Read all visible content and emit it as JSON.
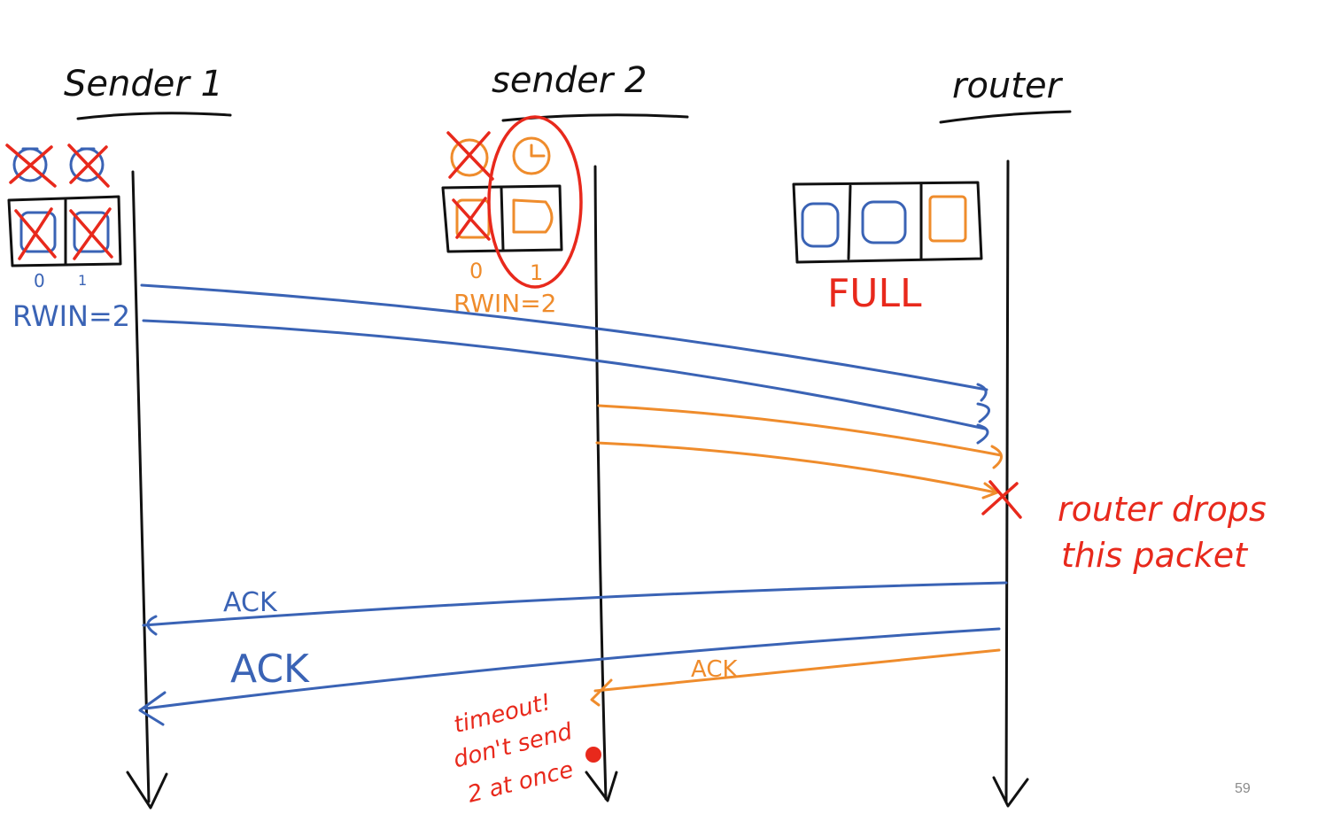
{
  "columns": {
    "sender1": "Sender 1",
    "sender2": "sender 2",
    "router": "router"
  },
  "sender1": {
    "slot_indices": [
      "0",
      "1"
    ],
    "rwin": "RWIN=2"
  },
  "sender2": {
    "slot_indices": [
      "0",
      "1"
    ],
    "rwin": "RWIN=2"
  },
  "router": {
    "queue_state": "FULL"
  },
  "annotations": {
    "drop_line1": "router drops",
    "drop_line2": "this packet",
    "timeout_line1": "timeout!",
    "timeout_line2": "don't send",
    "timeout_line3": "2 at once"
  },
  "messages": {
    "ack1": "ACK",
    "ack2": "ACK",
    "ack3": "ACK"
  },
  "colors": {
    "ink": "#111111",
    "blue": "#3a63b5",
    "orange": "#ef8c2c",
    "red": "#e8291c"
  },
  "slide_number": "59"
}
